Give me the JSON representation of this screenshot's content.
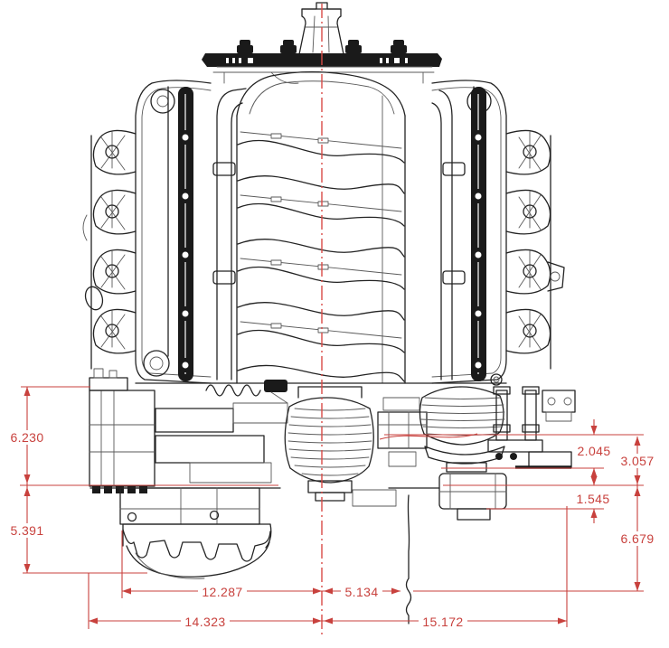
{
  "drawing": {
    "kind": "engine-front-view-dimensioned-cad-drawing",
    "colors": {
      "dimension_red": "#c8413d",
      "centerline_red": "#d84a46",
      "line_black": "#232323",
      "background": "#ffffff"
    },
    "dimensions": {
      "left": [
        {
          "value": "6.230"
        },
        {
          "value": "5.391"
        }
      ],
      "right_inner": [
        {
          "value": "2.045"
        },
        {
          "value": "1.545"
        }
      ],
      "right_outer": [
        {
          "value": "3.057"
        },
        {
          "value": "6.679"
        }
      ],
      "bottom_row1": [
        {
          "value": "12.287"
        },
        {
          "value": "5.134"
        }
      ],
      "bottom_row2": [
        {
          "value": "14.323"
        },
        {
          "value": "15.172"
        }
      ]
    }
  }
}
